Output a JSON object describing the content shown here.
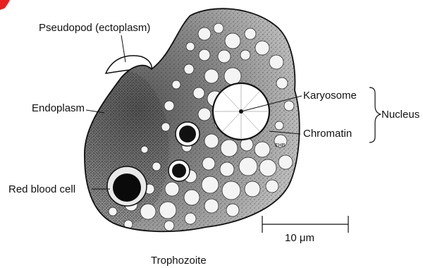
{
  "figure": {
    "labels": {
      "pseudopod": "Pseudopod (ectoplasm)",
      "endoplasm": "Endoplasm",
      "karyosome": "Karyosome",
      "nucleus": "Nucleus",
      "chromatin": "Chromatin",
      "red_blood_cell": "Red blood cell",
      "scale": "10 μm",
      "caption": "Trophozoite"
    },
    "colors": {
      "ink": "#111111",
      "accent_mark": "#e8201f",
      "background": "#ffffff"
    }
  }
}
